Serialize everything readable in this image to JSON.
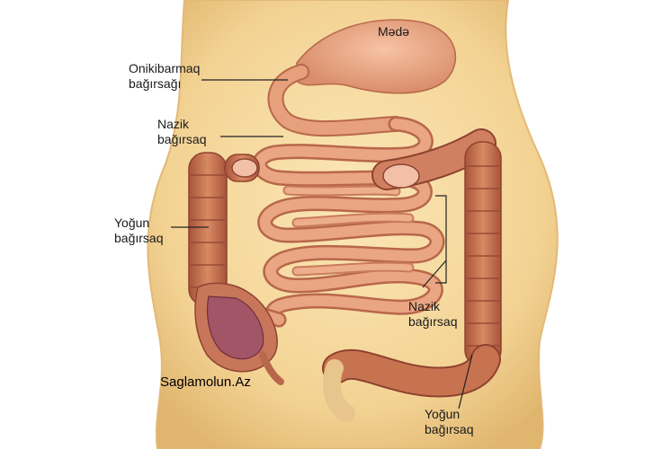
{
  "labels": {
    "stomach": "Mədə",
    "duodenum_line1": "Onikibarmaq",
    "duodenum_line2": "bağırsağı",
    "small_top_line1": "Nazik",
    "small_top_line2": "bağırsaq",
    "large_left_line1": "Yoğun",
    "large_left_line2": "bağırsaq",
    "small_right_line1": "Nazik",
    "small_right_line2": "bağırsaq",
    "large_bottom_line1": "Yoğun",
    "large_bottom_line2": "bağırsaq"
  },
  "watermark": "Saglamolun.Az",
  "colors": {
    "skin": "#f6dca0",
    "skin_shade": "#e8c07a",
    "intestine": "#e39a76",
    "intestine_edge": "#b8674a",
    "colon": "#c8734f",
    "colon_edge": "#8e4330",
    "stomach": "#f0b090",
    "leader_line": "#222222"
  }
}
